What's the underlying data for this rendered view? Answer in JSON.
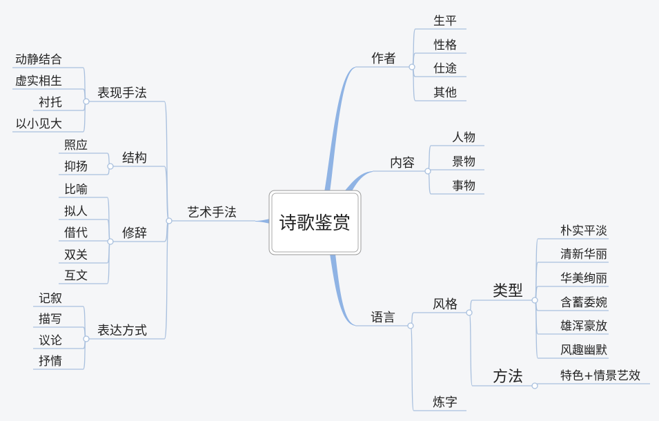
{
  "root": "诗歌鉴赏",
  "colors": {
    "background": "#f5f6f8",
    "line": "#a9c0de",
    "main_branch": "#8fb3e4",
    "text": "#222222"
  },
  "right": {
    "author": {
      "label": "作者",
      "children": [
        "生平",
        "性格",
        "仕途",
        "其他"
      ]
    },
    "content": {
      "label": "内容",
      "children": [
        "人物",
        "景物",
        "事物"
      ]
    },
    "language": {
      "label": "语言",
      "style": {
        "label": "风格",
        "type": {
          "label": "类型",
          "children": [
            "朴实平淡",
            "清新华丽",
            "华美绚丽",
            "含蓄委婉",
            "雄浑豪放",
            "风趣幽默"
          ]
        },
        "method": {
          "label": "方法",
          "children": [
            "特色+情景艺效"
          ]
        }
      },
      "wording": {
        "label": "炼字"
      }
    }
  },
  "left": {
    "art": {
      "label": "艺术手法",
      "expression": {
        "label": "表现手法",
        "children": [
          "动静结合",
          "虚实相生",
          "衬托",
          "以小见大"
        ]
      },
      "structure": {
        "label": "结构",
        "children": [
          "照应",
          "抑扬"
        ]
      },
      "rhetoric": {
        "label": "修辞",
        "children": [
          "比喻",
          "拟人",
          "借代",
          "双关",
          "互文"
        ]
      },
      "mode": {
        "label": "表达方式",
        "children": [
          "记叙",
          "描写",
          "议论",
          "抒情"
        ]
      }
    }
  }
}
